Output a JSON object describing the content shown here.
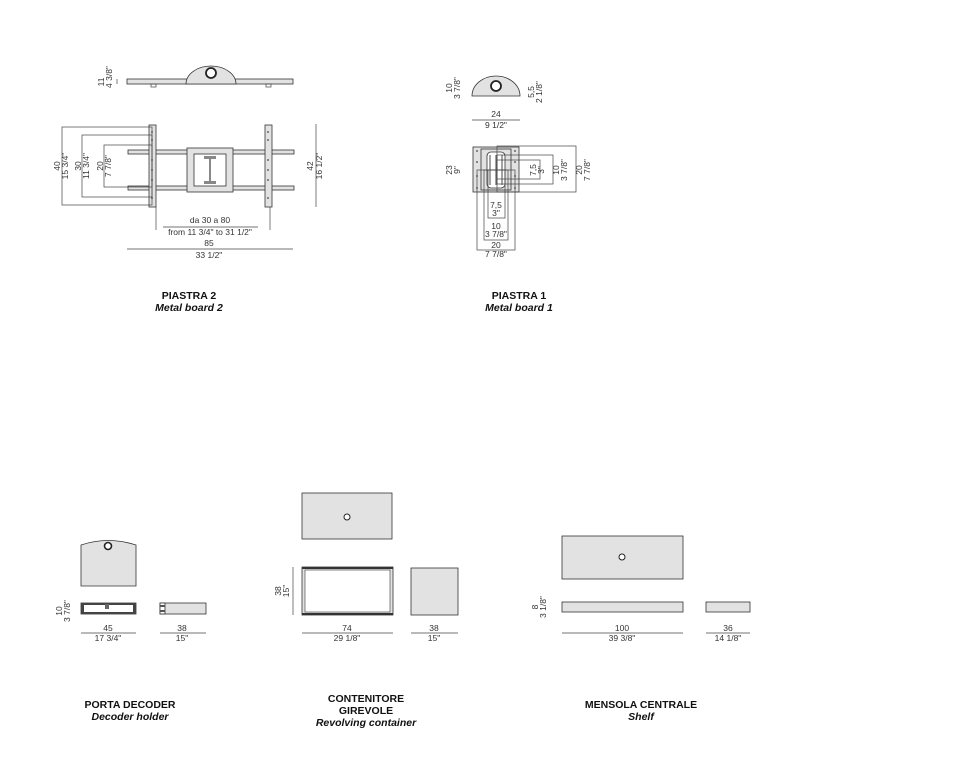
{
  "piastra2": {
    "title": "PIASTRA 2",
    "subtitle": "Metal board 2",
    "dims": {
      "h11": "11",
      "h11_in": "4 3/8\"",
      "h40": "40",
      "h40_in": "15 3/4\"",
      "h30": "30",
      "h30_in": "11 3/4\"",
      "h20": "20",
      "h20_in": "7 7/8\"",
      "h42": "42",
      "h42_in": "16 1/2\"",
      "range": "da 30 a 80",
      "range_in": "from 11 3/4\" to 31 1/2\"",
      "w85": "85",
      "w85_in": "33 1/2\""
    }
  },
  "piastra1": {
    "title": "PIASTRA 1",
    "subtitle": "Metal board 1",
    "dims": {
      "h10": "10",
      "h10_in": "3 7/8\"",
      "h55": "5,5",
      "h55_in": "2 1/8\"",
      "w24": "24",
      "w24_in": "9 1/2\"",
      "h23": "23",
      "h23_in": "9\"",
      "h75": "7,5",
      "h75_in": "3\"",
      "h10b": "10",
      "h10b_in": "3 7/8\"",
      "h20": "20",
      "h20_in": "7 7/8\"",
      "w75": "7,5",
      "w75_in": "3\"",
      "w10": "10",
      "w10_in": "3 7/8\"",
      "w20": "20",
      "w20_in": "7 7/8\""
    }
  },
  "decoder": {
    "title": "PORTA DECODER",
    "subtitle": "Decoder holder",
    "dims": {
      "h10": "10",
      "h10_in": "3 7/8\"",
      "w45": "45",
      "w45_in": "17 3/4\"",
      "w38": "38",
      "w38_in": "15\""
    }
  },
  "contenitore": {
    "title_line1": "CONTENITORE",
    "title_line2": "GIREVOLE",
    "subtitle": "Revolving container",
    "dims": {
      "h38": "38",
      "h38_in": "15\"",
      "w74": "74",
      "w74_in": "29 1/8\"",
      "w38": "38",
      "w38_in": "15\""
    }
  },
  "mensola": {
    "title": "MENSOLA CENTRALE",
    "subtitle": "Shelf",
    "dims": {
      "h8": "8",
      "h8_in": "3 1/8\"",
      "w100": "100",
      "w100_in": "39 3/8\"",
      "w36": "36",
      "w36_in": "14 1/8\""
    }
  }
}
